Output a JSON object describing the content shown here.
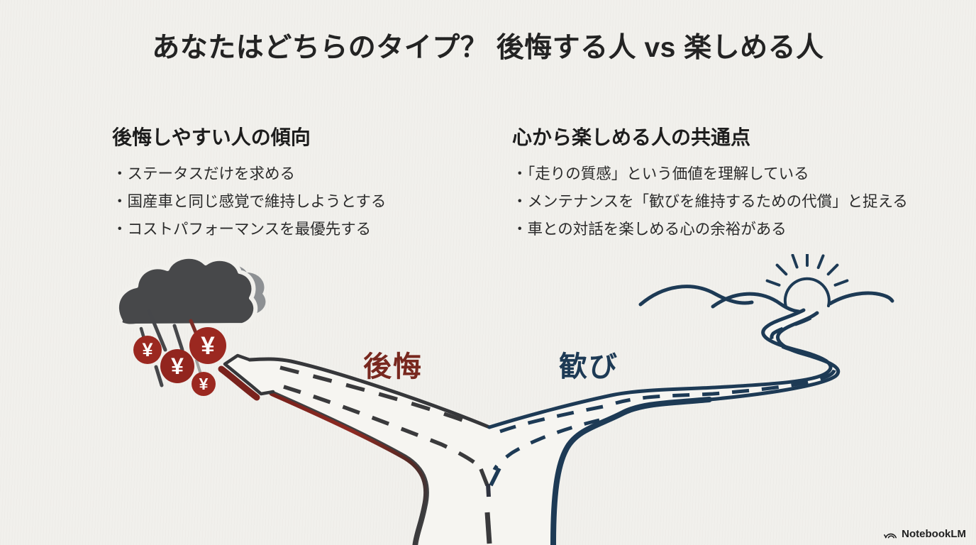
{
  "title": "あなたはどちらのタイプ？ 後悔する人 vs 楽しめる人",
  "left_panel": {
    "heading": "後悔しやすい人の傾向",
    "bullets": [
      "・ステータスだけを求める",
      "・国産車と同じ感覚で維持しようとする",
      "・コストパフォーマンスを最優先する"
    ]
  },
  "right_panel": {
    "heading": "心から楽しめる人の共通点",
    "bullets": [
      "・「走りの質感」という価値を理解している",
      "・メンテナンスを「歓びを維持するための代償」と捉える",
      "・車との対話を楽しめる心の余裕がある"
    ]
  },
  "illustration": {
    "regret_label": "後悔",
    "joy_label": "歓び",
    "coins": [
      "¥",
      "¥",
      "¥",
      "¥"
    ],
    "colors": {
      "background": "#f1f0ec",
      "regret_red": "#78281f",
      "joy_navy": "#1d3a55",
      "coin_red": "#9b2820",
      "cloud_dark": "#47484a",
      "cloud_light": "#8d9093",
      "road_dark": "#3a3a3c"
    }
  },
  "footer": {
    "brand": "NotebookLM"
  }
}
